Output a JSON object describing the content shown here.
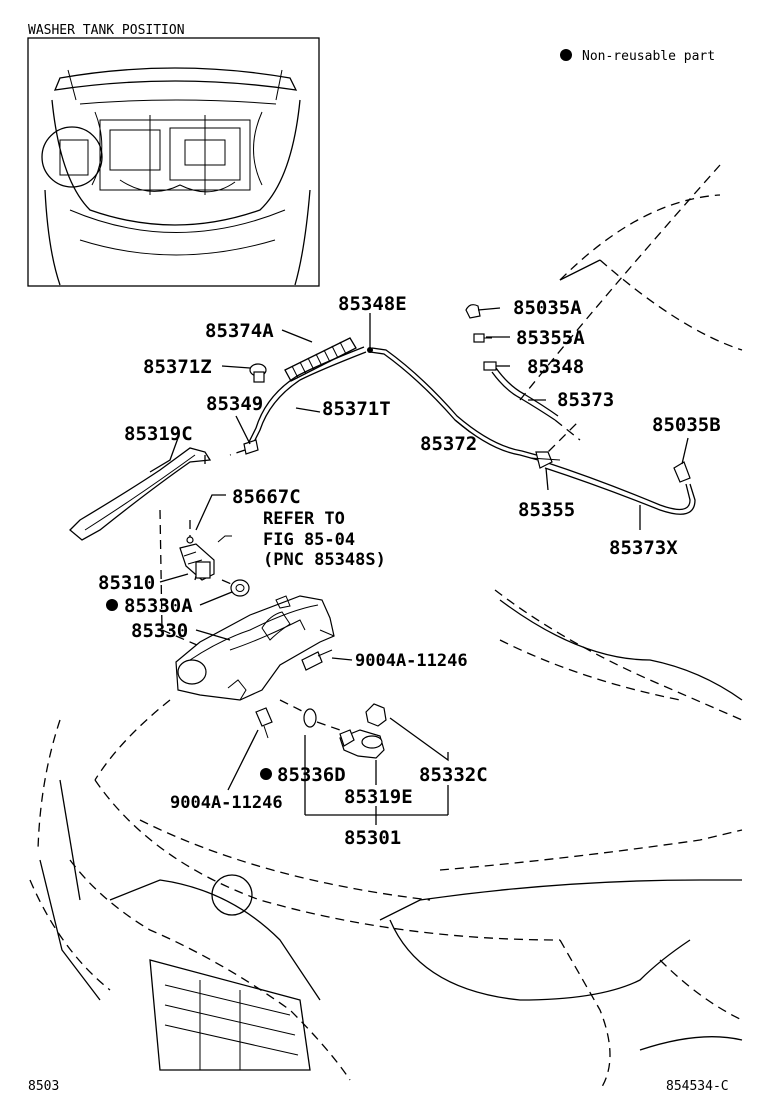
{
  "inset": {
    "title": "WASHER TANK POSITION"
  },
  "legend": {
    "text": "Non-reusable part",
    "marker_color": "#000000"
  },
  "parts": {
    "p85348E": "85348E",
    "p85374A": "85374A",
    "p85035A": "85035A",
    "p85355A": "85355A",
    "p85371Z": "85371Z",
    "p85348": "85348",
    "p85349": "85349",
    "p85371T": "85371T",
    "p85373": "85373",
    "p85319C": "85319C",
    "p85372": "85372",
    "p85035B": "85035B",
    "p85667C": "85667C",
    "p85355": "85355",
    "p85373X": "85373X",
    "p85310": "85310",
    "p85330A": "85330A",
    "p85330": "85330",
    "p9004A_upper": "9004A-11246",
    "p85336D": "85336D",
    "p85332C": "85332C",
    "p9004A_lower": "9004A-11246",
    "p85319E": "85319E",
    "p85301": "85301"
  },
  "refer": {
    "line1": "REFER TO",
    "line2": "FIG 85-04",
    "line3": "(PNC 85348S)"
  },
  "footer": {
    "left": "8503",
    "right": "854534-C"
  }
}
